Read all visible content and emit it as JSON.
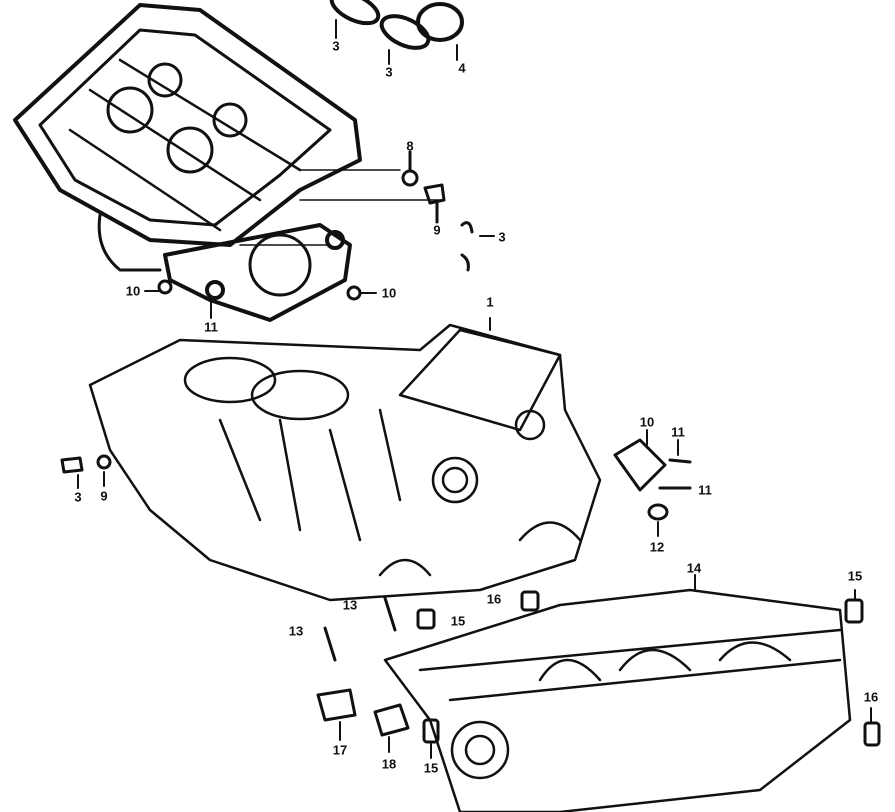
{
  "callouts": {
    "head_valve_a": "3",
    "head_valve_b": "3",
    "head_valve_c": "4",
    "washer_top": "8",
    "bolt_top": "9",
    "clip_top": "3",
    "dowel_left": "10",
    "dowel_right": "10",
    "gasket": "11",
    "cylinder_block": "1",
    "bolt_left": "3",
    "washer_left": "9",
    "cover_plate": "10",
    "cover_bolt_a": "11",
    "cover_bolt_b": "11",
    "seal": "12",
    "lower_crankcase": "14",
    "dowel_pan_right": "15",
    "sleeve_mid": "16",
    "stud_a": "13",
    "dowel_mid": "15",
    "stud_b": "13",
    "sensor": "17",
    "plug": "18",
    "dowel_pan_left": "15",
    "sleeve_right": "16"
  },
  "colors": {
    "ink": "#111111",
    "background": "#ffffff"
  }
}
